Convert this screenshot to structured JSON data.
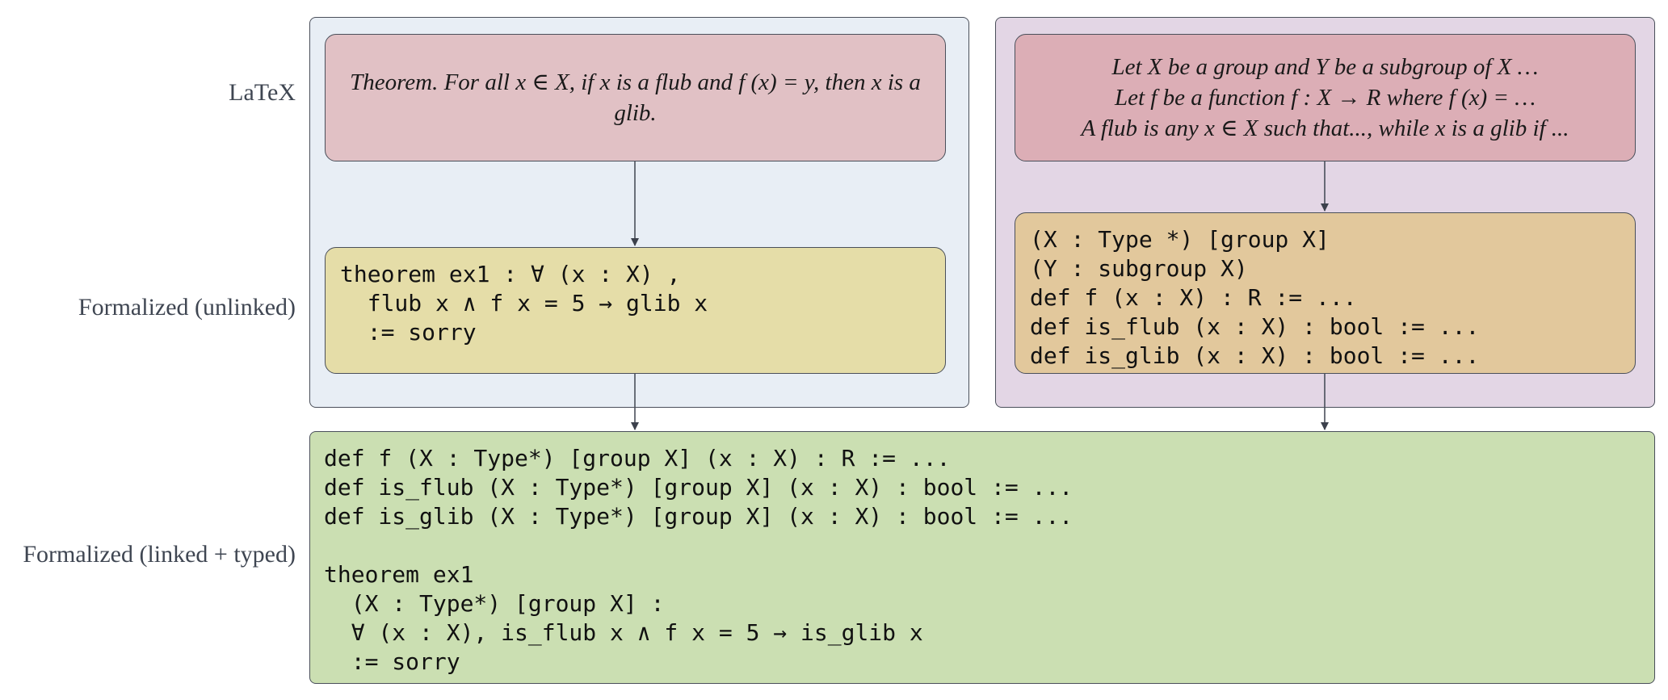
{
  "row_labels": {
    "latex": "LaTeX",
    "unlinked": "Formalized (unlinked)",
    "linked": "Formalized (linked + typed)"
  },
  "left_panel": {
    "latex_text": "Theorem. For all x ∈ X, if x is a flub and f (x) = y, then x is a glib.",
    "code": "theorem ex1 : ∀ (x : X) ,\n  flub x ∧ f x = 5 → glib x\n  := sorry"
  },
  "right_panel": {
    "latex_lines": [
      "Let X be a group and Y be a subgroup of X …",
      "Let f be a function f : X → R where f (x) = …",
      "A flub is any x ∈ X such that..., while x is a glib if ..."
    ],
    "code": "(X : Type *) [group X]\n(Y : subgroup X)\ndef f (x : X) : R := ...\ndef is_flub (x : X) : bool := ...\ndef is_glib (x : X) : bool := ..."
  },
  "bottom_panel": {
    "code": "def f (X : Type*) [group X] (x : X) : R := ...\ndef is_flub (X : Type*) [group X] (x : X) : bool := ...\ndef is_glib (X : Type*) [group X] (x : X) : bool := ...\n\ntheorem ex1\n  (X : Type*) [group X] :\n  ∀ (x : X), is_flub x ∧ f x = 5 → is_glib x\n  := sorry"
  },
  "colors": {
    "left_panel_bg": "#e8eef5",
    "right_panel_bg": "#e3d6e5",
    "left_latex_bg": "#e1c1c5",
    "right_latex_bg": "#dcaeb6",
    "left_code_bg": "#e5dda8",
    "right_code_bg": "#e2c89c",
    "bottom_bg": "#cbdfb2",
    "stroke": "#4a4f5a"
  }
}
